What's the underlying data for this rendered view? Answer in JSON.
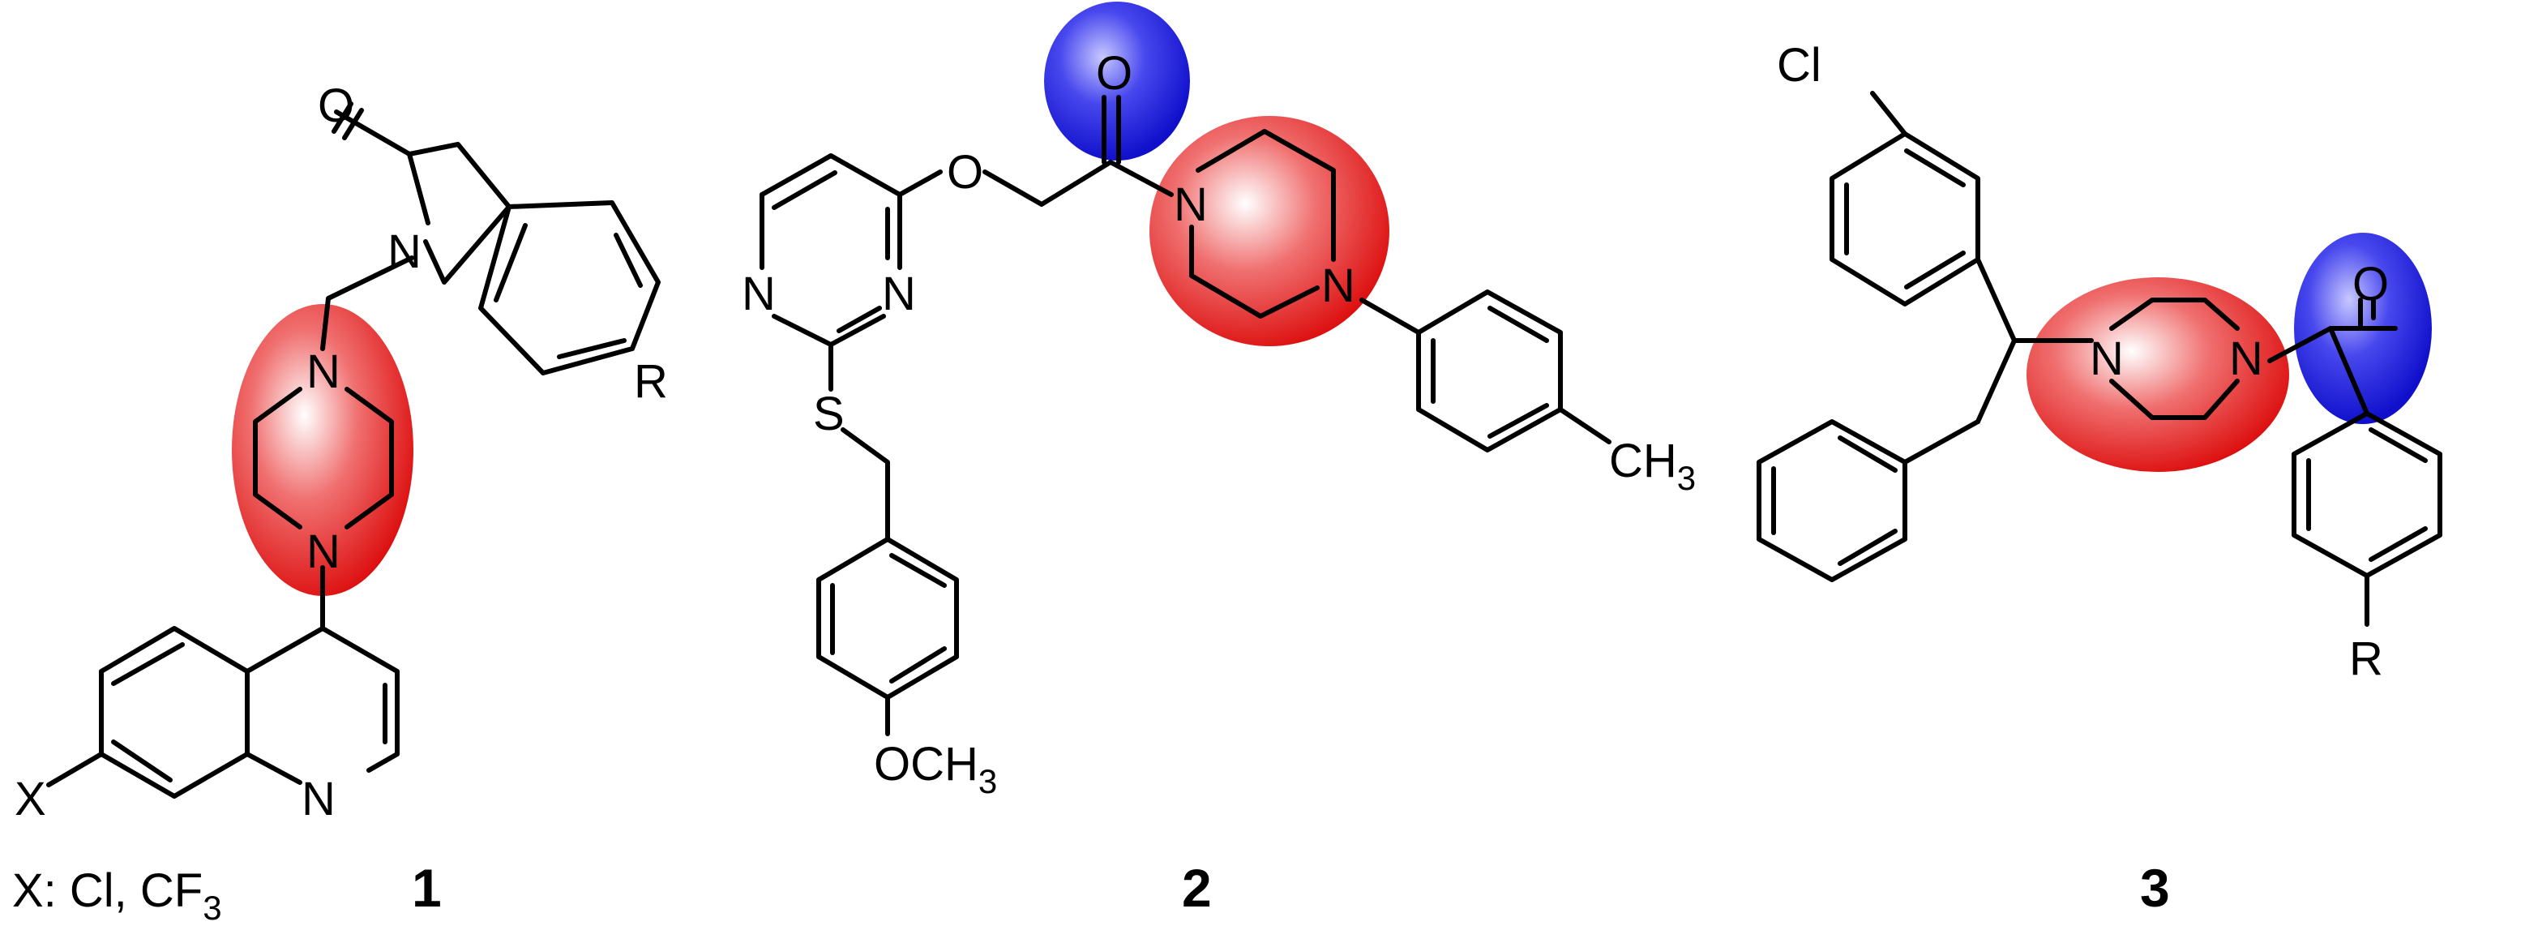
{
  "colors": {
    "piperazine_highlight": "#e01010",
    "carbonyl_highlight": "#1818d8",
    "bond": "#000000"
  },
  "compounds": [
    {
      "id": "1",
      "atoms": {
        "O": "O",
        "N1": "N",
        "N2": "N",
        "N3": "N",
        "N4": "N",
        "R": "R",
        "X": "X"
      },
      "substituents": {
        "caption_main": "X: Cl, CF",
        "caption_sub": "3"
      }
    },
    {
      "id": "2",
      "atoms": {
        "O1": "O",
        "O2": "O",
        "N1": "N",
        "N2": "N",
        "N3": "N",
        "N4": "N",
        "S": "S",
        "CH3": "CH",
        "CH3_sub": "3",
        "OCH3": "OCH",
        "OCH3_sub": "3"
      }
    },
    {
      "id": "3",
      "atoms": {
        "Cl": "Cl",
        "N1": "N",
        "N2": "N",
        "O": "O",
        "R": "R"
      }
    }
  ]
}
